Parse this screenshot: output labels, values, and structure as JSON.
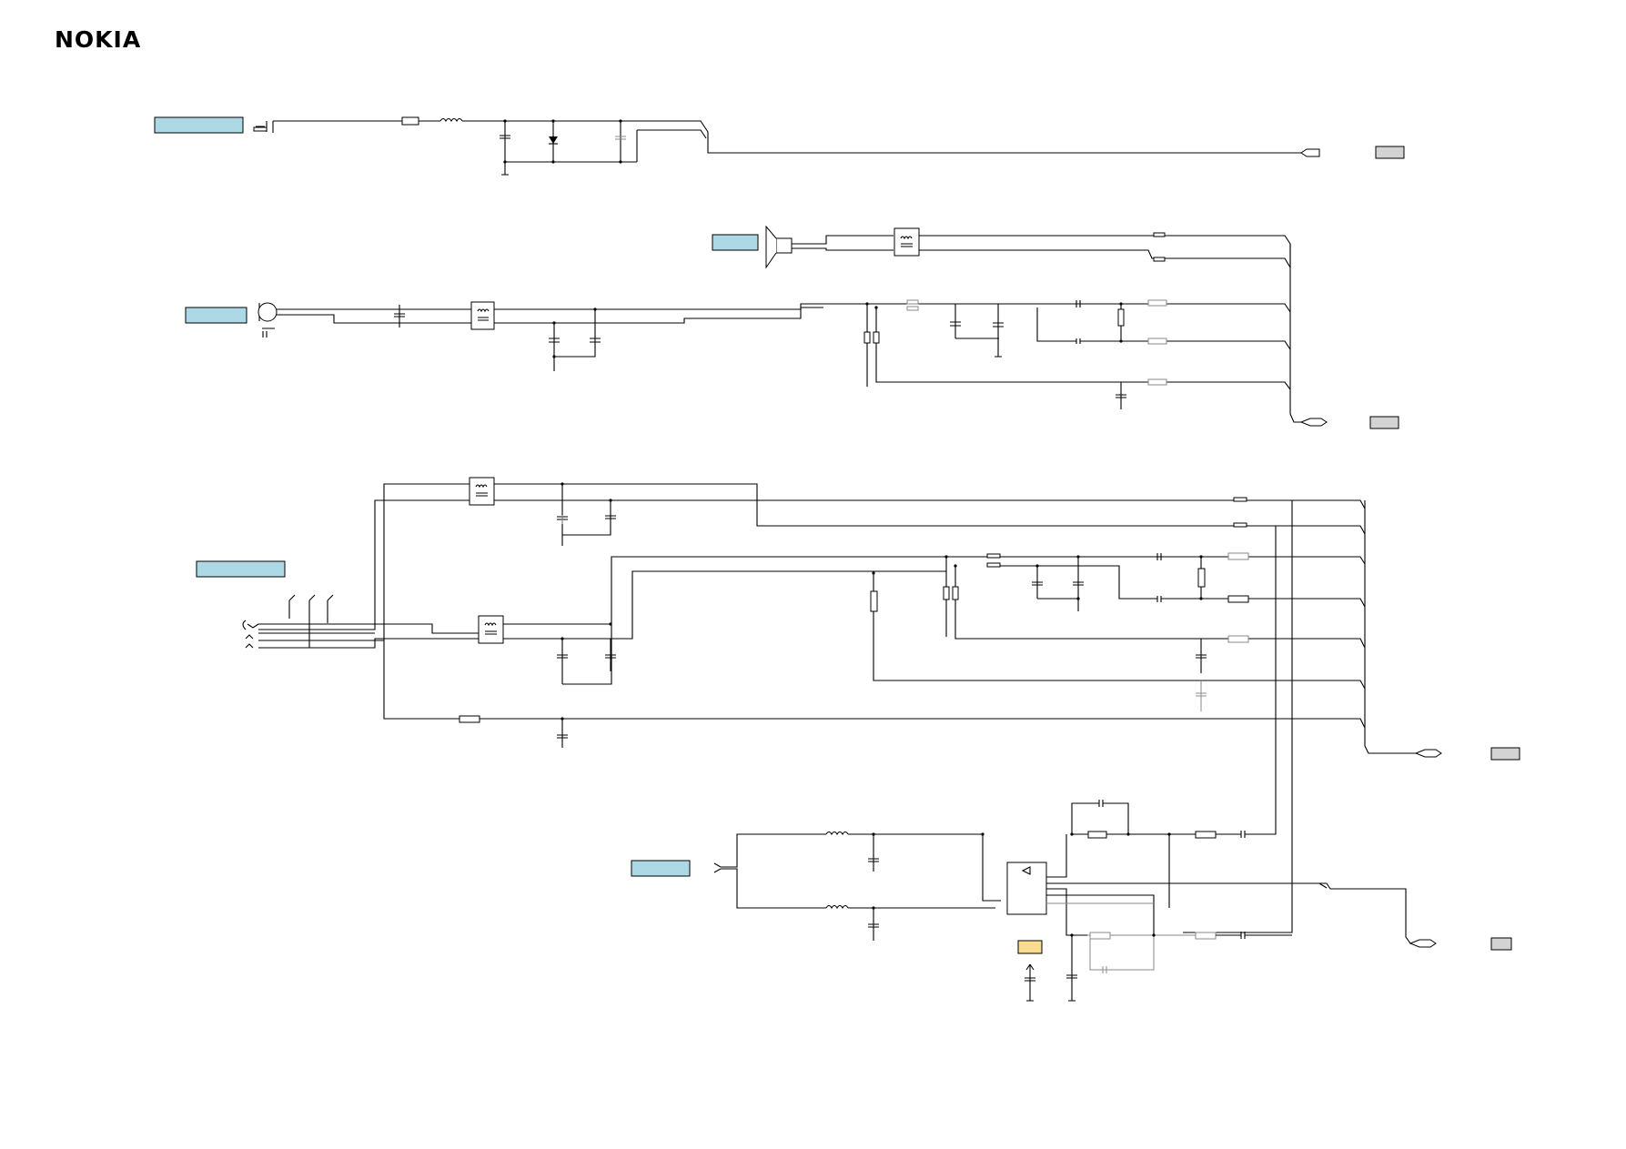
{
  "brand": {
    "logo_text": "NOKIA"
  },
  "colors": {
    "connector_label": "#add8e6",
    "output_label": "#d3d3d3",
    "supply_label": "#f9dc8e"
  },
  "blocks": [
    {
      "id": "dc-jack",
      "input_tag": "",
      "output_tag": ""
    },
    {
      "id": "earpiece-mic",
      "input_tags": [
        "",
        ""
      ],
      "output_tag": ""
    },
    {
      "id": "headset",
      "input_tag": "",
      "output_tag": ""
    },
    {
      "id": "ihf-speaker",
      "input_tag": "",
      "supply_tag": "",
      "output_tag": ""
    }
  ]
}
